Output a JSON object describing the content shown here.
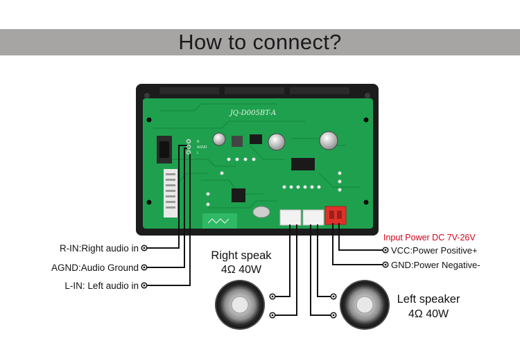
{
  "header": {
    "title": "How to connect?"
  },
  "board": {
    "model": "JQ-D005BT-A",
    "pin_labels": [
      "R",
      "AGND",
      "L"
    ]
  },
  "audio_inputs": [
    {
      "label": "R-IN:Right audio in"
    },
    {
      "label": "AGND:Audio Ground"
    },
    {
      "label": "L-IN: Left audio in"
    }
  ],
  "power": {
    "title": "Input Power DC 7V-26V",
    "title_color": "#d0021b",
    "vcc": "VCC:Power Positive+",
    "gnd": "GND:Power Negative-"
  },
  "right_speaker": {
    "name": "Right speak",
    "spec": "4Ω 40W"
  },
  "left_speaker": {
    "name": "Left speaker",
    "spec": "4Ω 40W"
  },
  "colors": {
    "pcb": "#1fa04e",
    "frame": "#1c1c1c",
    "banner": "#a7a4a4",
    "power_connector": "#e0302a"
  }
}
